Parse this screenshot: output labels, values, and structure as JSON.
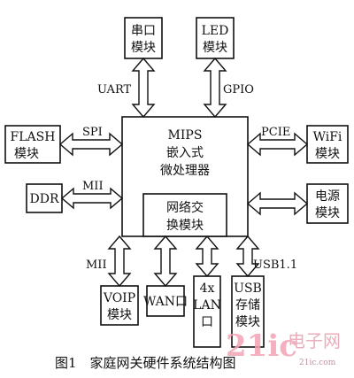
{
  "modules": {
    "serial": [
      "串口",
      "模块"
    ],
    "led": [
      "LED",
      "模块"
    ],
    "flash": [
      "FLASH",
      "模块"
    ],
    "wifi": [
      "WiFi",
      "模块"
    ],
    "ddr": "DDR",
    "power": [
      "电源",
      "模块"
    ],
    "voip": [
      "VOIP",
      "模块"
    ],
    "wan": "WAN口",
    "lan": [
      "4x",
      "LAN",
      "口"
    ],
    "usb": [
      "USB",
      "存储",
      "模块"
    ]
  },
  "cpu": {
    "lines": [
      "MIPS",
      "嵌入式",
      "微处理器"
    ],
    "switch": [
      "网络交",
      "换模块"
    ]
  },
  "interfaces": {
    "uart": "UART",
    "gpio": "GPIO",
    "spi": "SPI",
    "pcie": "PCIE",
    "mii_top": "MII",
    "mii_bottom": "MII",
    "usb11": "USB1.1"
  },
  "caption": "图1　家庭网关硬件系统结构图",
  "watermark": {
    "brand": "21ic",
    "cn": "电子网",
    "url": "21ic.com"
  }
}
